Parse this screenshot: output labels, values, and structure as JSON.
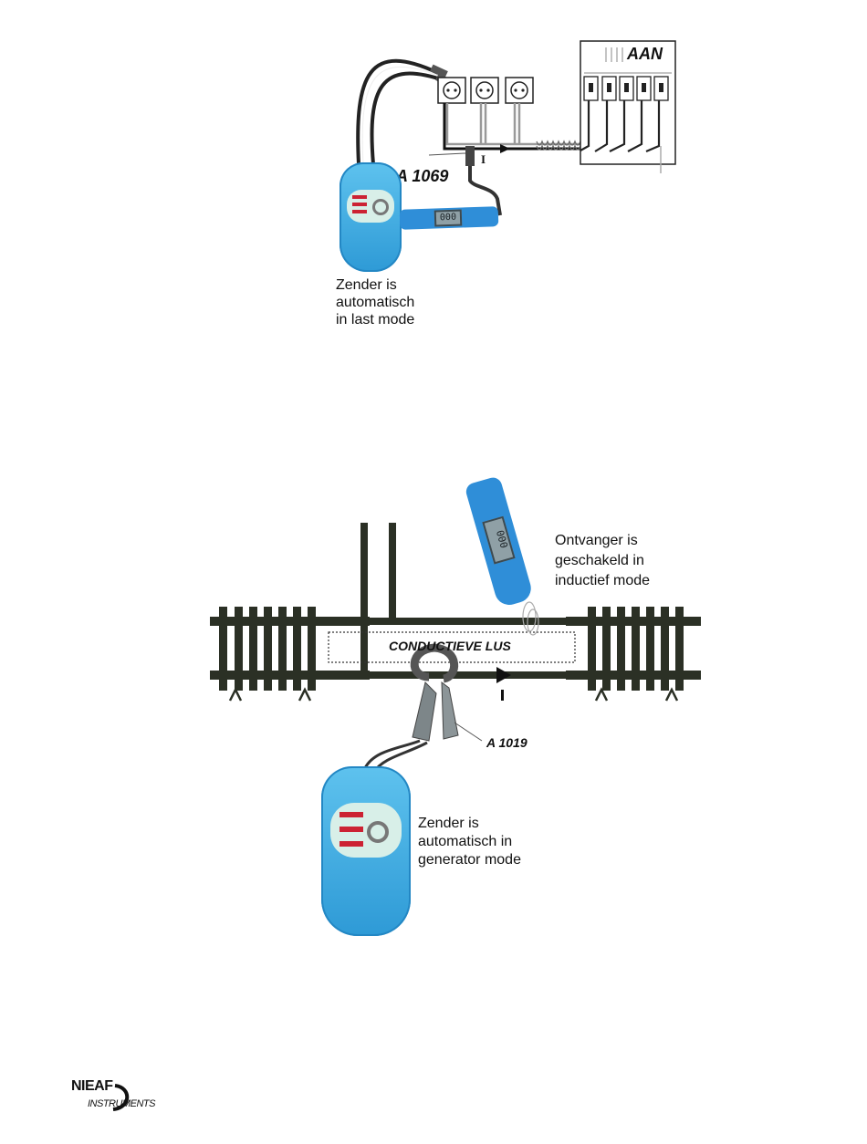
{
  "top_figure": {
    "panel_label": "AAN",
    "adapter_label": "A 1069",
    "current_label": "I",
    "transmitter_caption": [
      "Zender is",
      "automatisch",
      "in last mode"
    ],
    "display_value": "000"
  },
  "bottom_figure": {
    "loop_label": "CONDUCTIEVE LUS",
    "clamp_label": "A 1019",
    "current_label": "I",
    "receiver_caption": [
      "Ontvanger is",
      "geschakeld in",
      "inductief mode"
    ],
    "transmitter_caption": [
      "Zender is",
      "automatisch in",
      "generator mode"
    ],
    "display_value": "000"
  },
  "footer": {
    "logo_line1": "NIEAF",
    "logo_line2": "INSTRUMENTS"
  },
  "colors": {
    "device_blue": "#3aa8e2",
    "rail_dark": "#2b3025"
  }
}
